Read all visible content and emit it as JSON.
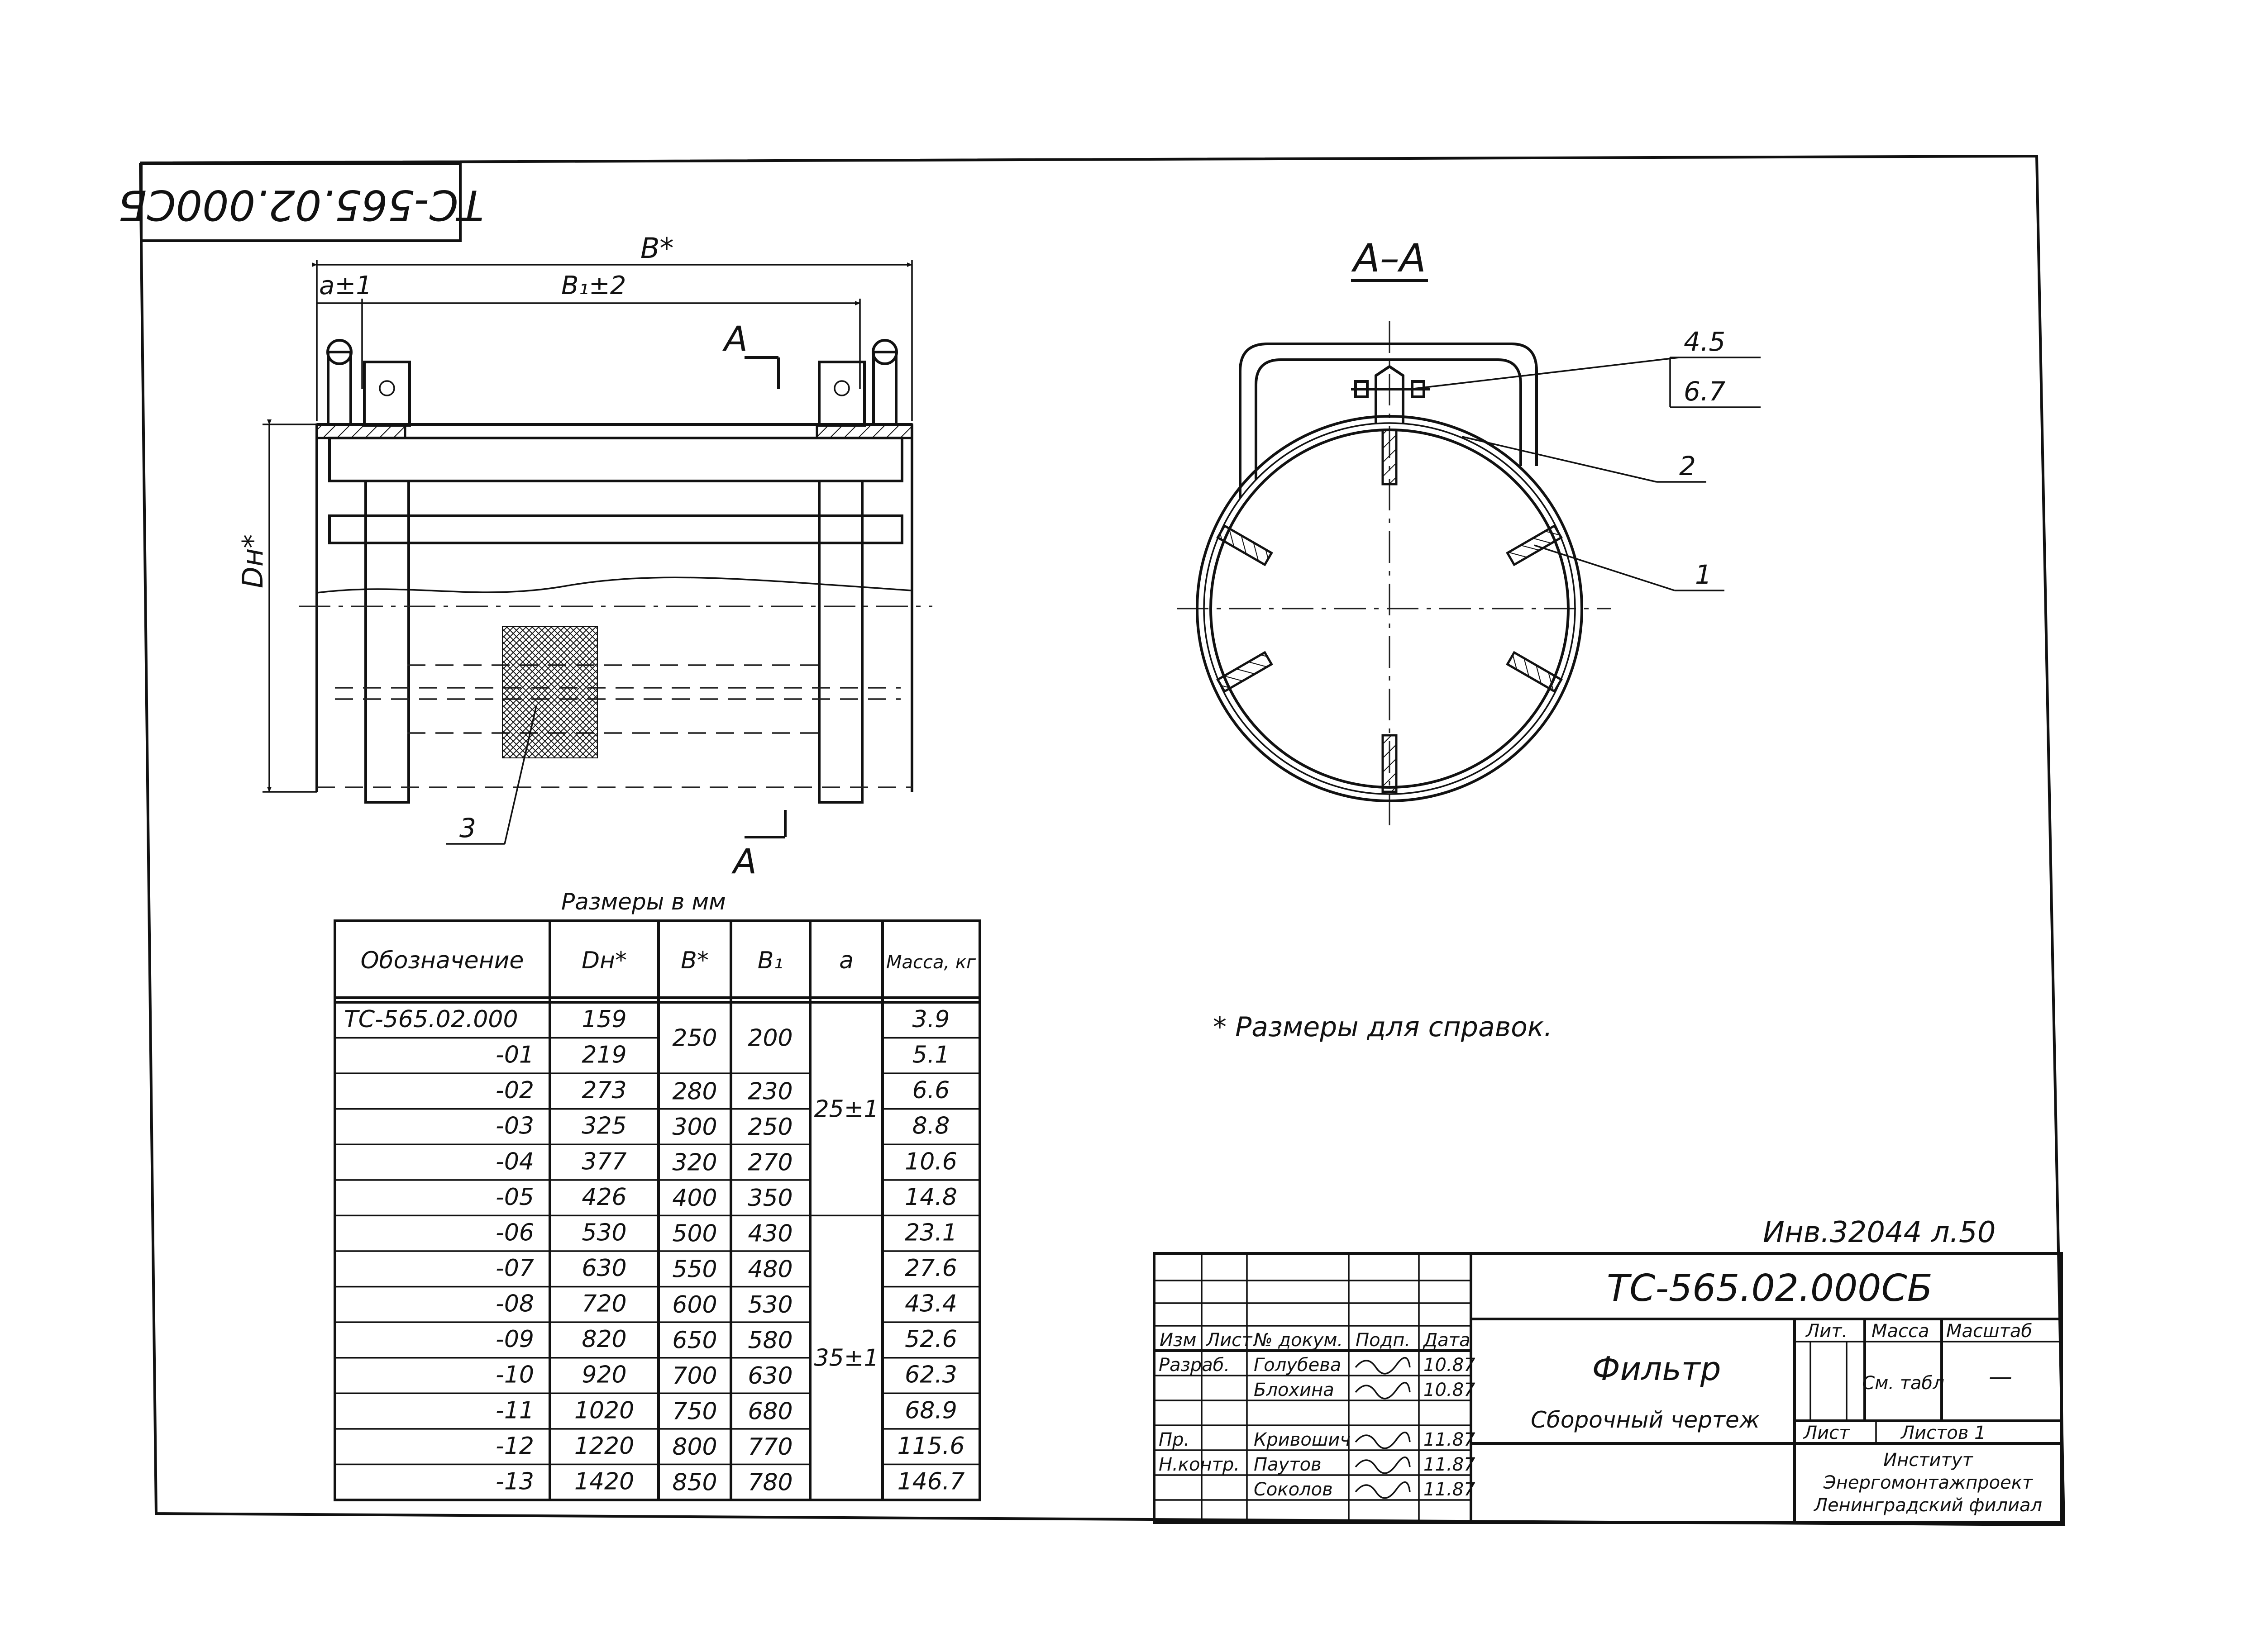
{
  "stamp": "ТС-565.02.000СБ",
  "front_view": {
    "dim_total": "В*",
    "dim_inner": "В₁±2",
    "dim_a": "a±1",
    "dim_dn": "Dн*",
    "section_mark_top": "А",
    "section_mark_bottom": "А",
    "callout_3": "3"
  },
  "section_view": {
    "title": "А–А",
    "callouts": [
      "4.5",
      "6.7",
      "2",
      "1"
    ]
  },
  "table": {
    "caption": "Размеры в мм",
    "headers": [
      "Обозначение",
      "Dн*",
      "В*",
      "В₁",
      "a",
      "Масса, кг"
    ],
    "rows": [
      {
        "desig": "ТС-565.02.000",
        "dn": "159",
        "mass": "3.9"
      },
      {
        "desig": "-01",
        "dn": "219",
        "mass": "5.1"
      },
      {
        "desig": "-02",
        "dn": "273",
        "mass": "6.6"
      },
      {
        "desig": "-03",
        "dn": "325",
        "mass": "8.8"
      },
      {
        "desig": "-04",
        "dn": "377",
        "mass": "10.6"
      },
      {
        "desig": "-05",
        "dn": "426",
        "mass": "14.8"
      },
      {
        "desig": "-06",
        "dn": "530",
        "mass": "23.1"
      },
      {
        "desig": "-07",
        "dn": "630",
        "mass": "27.6"
      },
      {
        "desig": "-08",
        "dn": "720",
        "mass": "43.4"
      },
      {
        "desig": "-09",
        "dn": "820",
        "mass": "52.6"
      },
      {
        "desig": "-10",
        "dn": "920",
        "mass": "62.3"
      },
      {
        "desig": "-11",
        "dn": "1020",
        "mass": "68.9"
      },
      {
        "desig": "-12",
        "dn": "1220",
        "mass": "115.6"
      },
      {
        "desig": "-13",
        "dn": "1420",
        "mass": "146.7"
      }
    ],
    "b_groups": [
      {
        "b": "250",
        "b1": "200"
      },
      {
        "b": "280",
        "b1": "230"
      },
      {
        "b": "300",
        "b1": "250"
      },
      {
        "b": "320",
        "b1": "270"
      },
      {
        "b": "400",
        "b1": "350"
      },
      {
        "b": "500",
        "b1": "430"
      },
      {
        "b": "550",
        "b1": "480"
      },
      {
        "b": "600",
        "b1": "530"
      },
      {
        "b": "650",
        "b1": "580"
      },
      {
        "b": "700",
        "b1": "630"
      },
      {
        "b": "750",
        "b1": "680"
      },
      {
        "b": "800",
        "b1": "770"
      },
      {
        "b": "850",
        "b1": "780"
      }
    ],
    "a_groups": [
      "25±1",
      "35±1"
    ]
  },
  "note": "* Размеры для справок.",
  "inventory": "Инв.32044 л.50",
  "title_block": {
    "code": "ТС-565.02.000СБ",
    "name": "Фильтр",
    "subtitle": "Сборочный чертеж",
    "col_headers": [
      "Изм",
      "Лист",
      "№ докум.",
      "Подп.",
      "Дата"
    ],
    "signers": [
      {
        "role": "Разраб.",
        "name": "Голубева",
        "date": "10.87"
      },
      {
        "role": "",
        "name": "Блохина",
        "date": "10.87"
      },
      {
        "role": "Пр.",
        "name": "Кривошич",
        "date": "11.87"
      },
      {
        "role": "Н.контр.",
        "name": "Паутов",
        "date": "11.87"
      },
      {
        "role": "",
        "name": "Соколов",
        "date": "11.87"
      }
    ],
    "lit_header": "Лит.",
    "mass_header": "Масса",
    "scale_header": "Масштаб",
    "mass_value": "См. табл",
    "scale_value": "—",
    "sheet_label": "Лист",
    "sheets_label": "Листов 1",
    "org": [
      "Институт",
      "Энергомонтажпроект",
      "Ленинградский филиал"
    ]
  }
}
